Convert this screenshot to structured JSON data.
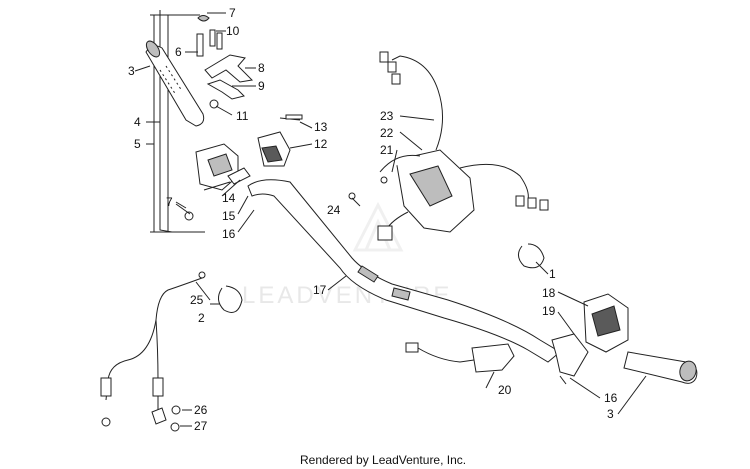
{
  "watermark": "LEADVENTURE",
  "footer": "Rendered by LeadVenture, Inc.",
  "callouts": {
    "c1": "1",
    "c2": "2",
    "c3a": "3",
    "c3b": "3",
    "c4": "4",
    "c5": "5",
    "c6": "6",
    "c7a": "7",
    "c7b": "7",
    "c8": "8",
    "c9": "9",
    "c10": "10",
    "c11": "11",
    "c12": "12",
    "c13": "13",
    "c14": "14",
    "c15": "15",
    "c16a": "16",
    "c16b": "16",
    "c17": "17",
    "c18": "18",
    "c19": "19",
    "c20": "20",
    "c21": "21",
    "c22": "22",
    "c23": "23",
    "c24": "24",
    "c25": "25",
    "c26": "26",
    "c27": "27"
  }
}
